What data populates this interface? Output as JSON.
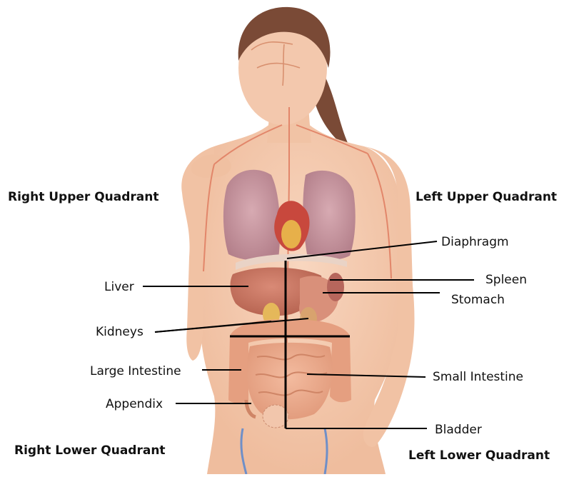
{
  "quadrants": {
    "right_upper": "Right Upper Quadrant",
    "left_upper": "Left Upper Quadrant",
    "right_lower": "Right Lower Quadrant",
    "left_lower": "Left Lower Quadrant"
  },
  "labels": {
    "diaphragm": "Diaphragm",
    "liver": "Liver",
    "spleen": "Spleen",
    "stomach": "Stomach",
    "kidneys": "Kidneys",
    "large_intestine": "Large Intestine",
    "small_intestine": "Small Intestine",
    "appendix": "Appendix",
    "bladder": "Bladder"
  },
  "colors": {
    "skin": "#f6cdb2",
    "skin_shadow": "#eeb796",
    "vessel": "#e2866a",
    "lung": "#c99aa3",
    "heart": "#c8483d",
    "liver": "#c0705e",
    "intestine": "#eba98a",
    "hair": "#7a4a36",
    "vein": "#6f8fc8"
  }
}
